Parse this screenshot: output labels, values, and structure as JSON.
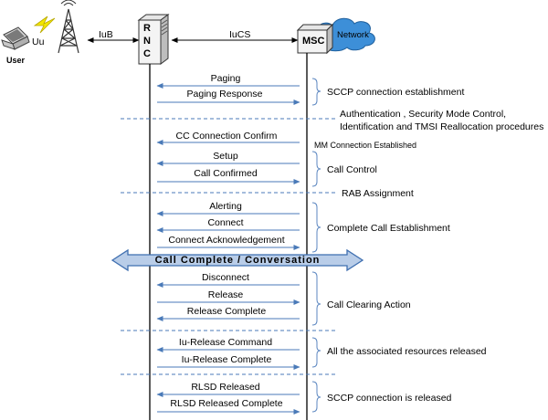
{
  "nodes": {
    "user": "User",
    "uu": "Uu",
    "iub": "IuB",
    "rnc_letters": [
      "R",
      "N",
      "C"
    ],
    "iucs": "IuCS",
    "msc": "MSC",
    "network": "Network"
  },
  "messages": [
    {
      "label": "Paging",
      "direction": "left"
    },
    {
      "label": "Paging Response",
      "direction": "right"
    },
    {
      "label": "CC Connection Confirm",
      "direction": "left"
    },
    {
      "label": "Setup",
      "direction": "left"
    },
    {
      "label": "Call Confirmed",
      "direction": "right"
    },
    {
      "label": "Alerting",
      "direction": "left"
    },
    {
      "label": "Connect",
      "direction": "left"
    },
    {
      "label": "Connect Acknowledgement",
      "direction": "right"
    },
    {
      "label": "Disconnect",
      "direction": "left"
    },
    {
      "label": "Release",
      "direction": "right"
    },
    {
      "label": "Release Complete",
      "direction": "left"
    },
    {
      "label": "Iu-Release Command",
      "direction": "left"
    },
    {
      "label": "Iu-Release Complete",
      "direction": "right"
    },
    {
      "label": "RLSD Released",
      "direction": "left"
    },
    {
      "label": "RLSD Released Complete",
      "direction": "right"
    }
  ],
  "phases": {
    "sccp_establishment": "SCCP connection establishment",
    "auth_line1": "Authentication , Security Mode Control,",
    "auth_line2": "Identification and TMSI Reallocation procedures",
    "mm_established": "MM Connection Established",
    "call_control": "Call Control",
    "rab_assignment": "RAB Assignment",
    "complete_call": "Complete Call Establishment",
    "conversation": "Call Complete  /  Conversation",
    "call_clearing": "Call Clearing Action",
    "resources_released": "All the associated resources released",
    "sccp_released": "SCCP connection is released"
  },
  "colors": {
    "arrow": "#4a7ab8",
    "dashed": "#4a7ab8",
    "brace": "#5b86c0",
    "banner_fill": "#b9cde8",
    "banner_stroke": "#3f6fb0",
    "cloud": "#3d8fd8"
  }
}
